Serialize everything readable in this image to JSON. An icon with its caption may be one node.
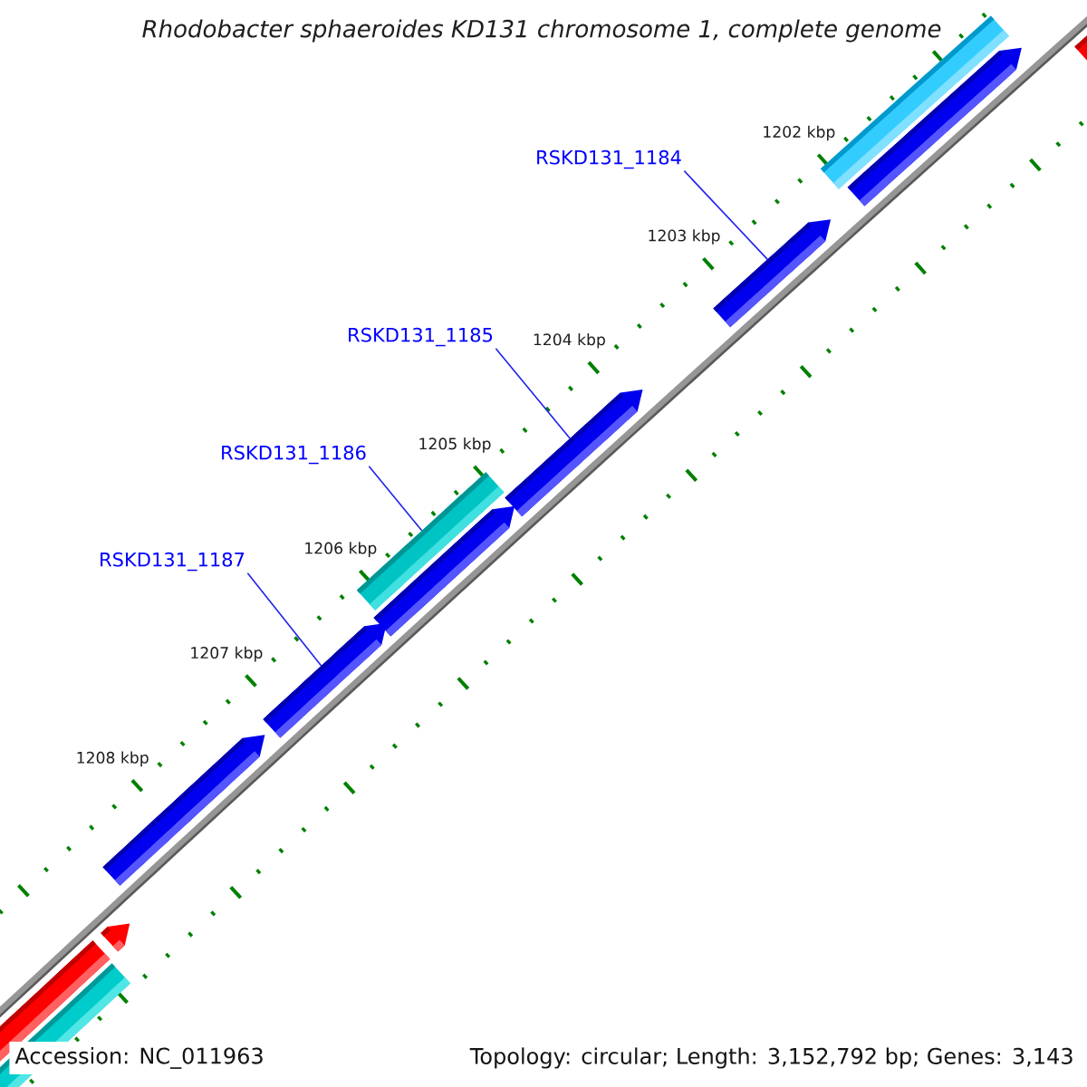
{
  "diagram": {
    "title": "Rhodobacter sphaeroides KD131 chromosome 1, complete genome",
    "nodes": [
      {
        "text": [
          "RSKD131_1184"
        ]
      },
      {
        "text": [
          "RSKD131_1185"
        ]
      },
      {
        "text": [
          "RSKD131_1186"
        ]
      },
      {
        "text": [
          "RSKD131_1187"
        ]
      },
      {
        "text": [],
        "shape": "arrow"
      },
      {
        "text": [],
        "shape": "arrow"
      },
      {
        "text": [],
        "shape": "bar"
      },
      {
        "text": [],
        "shape": "arrow"
      }
    ],
    "edges": [
      {
        "from": 0,
        "to": 4,
        "arrow": "none"
      },
      {
        "from": 1,
        "to": 5,
        "arrow": "none"
      },
      {
        "from": 2,
        "to": 6,
        "arrow": "none"
      },
      {
        "from": 3,
        "to": 7,
        "arrow": "none"
      }
    ],
    "labels": [
      "1202 kbp",
      "1203 kbp",
      "1204 kbp",
      "1205 kbp",
      "1206 kbp",
      "1207 kbp",
      "1208 kbp",
      "Accession: NC_011963",
      "Topology: circular; Length: 3,152,792 bp; Genes: 3,143"
    ]
  }
}
